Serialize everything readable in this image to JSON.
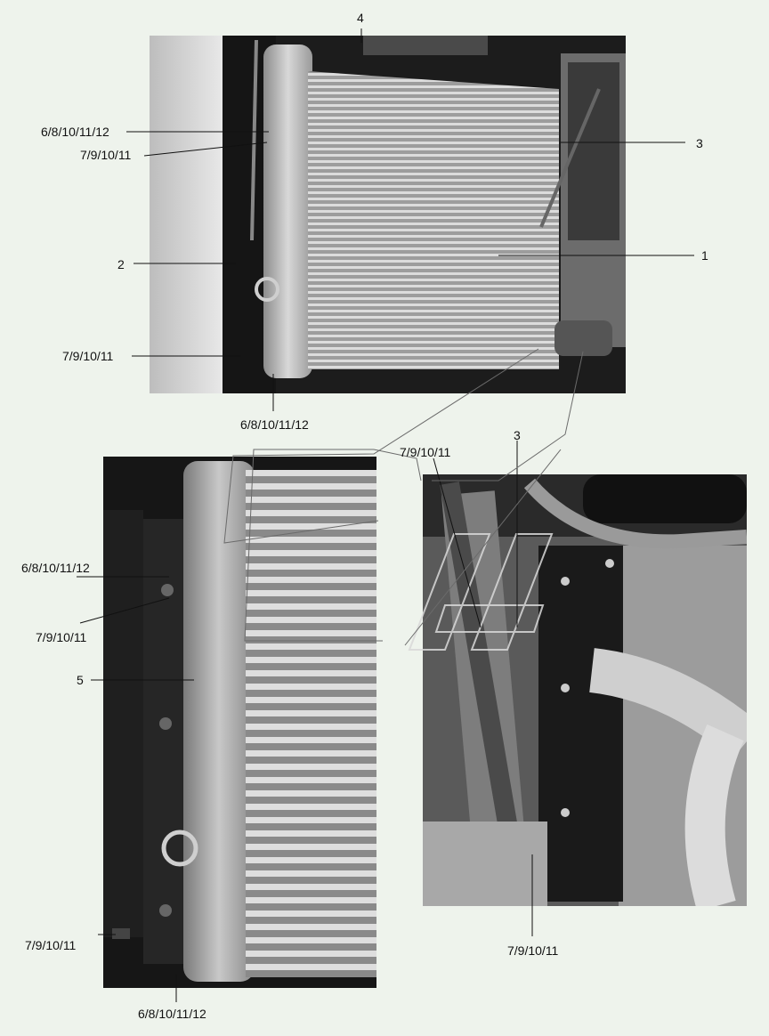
{
  "callouts": {
    "top_4": "4",
    "top_3": "3",
    "top_1": "1",
    "top_2": "2",
    "top_parts_6_8_10_11_12_upper": "6/8/10/11/12",
    "top_parts_7_9_10_11_upper": "7/9/10/11",
    "top_parts_7_9_10_11_lower": "7/9/10/11",
    "top_parts_6_8_10_11_12_lower": "6/8/10/11/12",
    "left_parts_6_8_10_11_12_upper": "6/8/10/11/12",
    "left_parts_7_9_10_11_upper": "7/9/10/11",
    "left_5": "5",
    "left_parts_7_9_10_11_lower": "7/9/10/11",
    "left_parts_6_8_10_11_12_lower": "6/8/10/11/12",
    "right_parts_7_9_10_11_top": "7/9/10/11",
    "right_3": "3",
    "right_parts_7_9_10_11_bottom": "7/9/10/11"
  },
  "colors": {
    "background": "#eef3ec",
    "leader": "#111111",
    "detail_outline": "#6b6b6b"
  }
}
